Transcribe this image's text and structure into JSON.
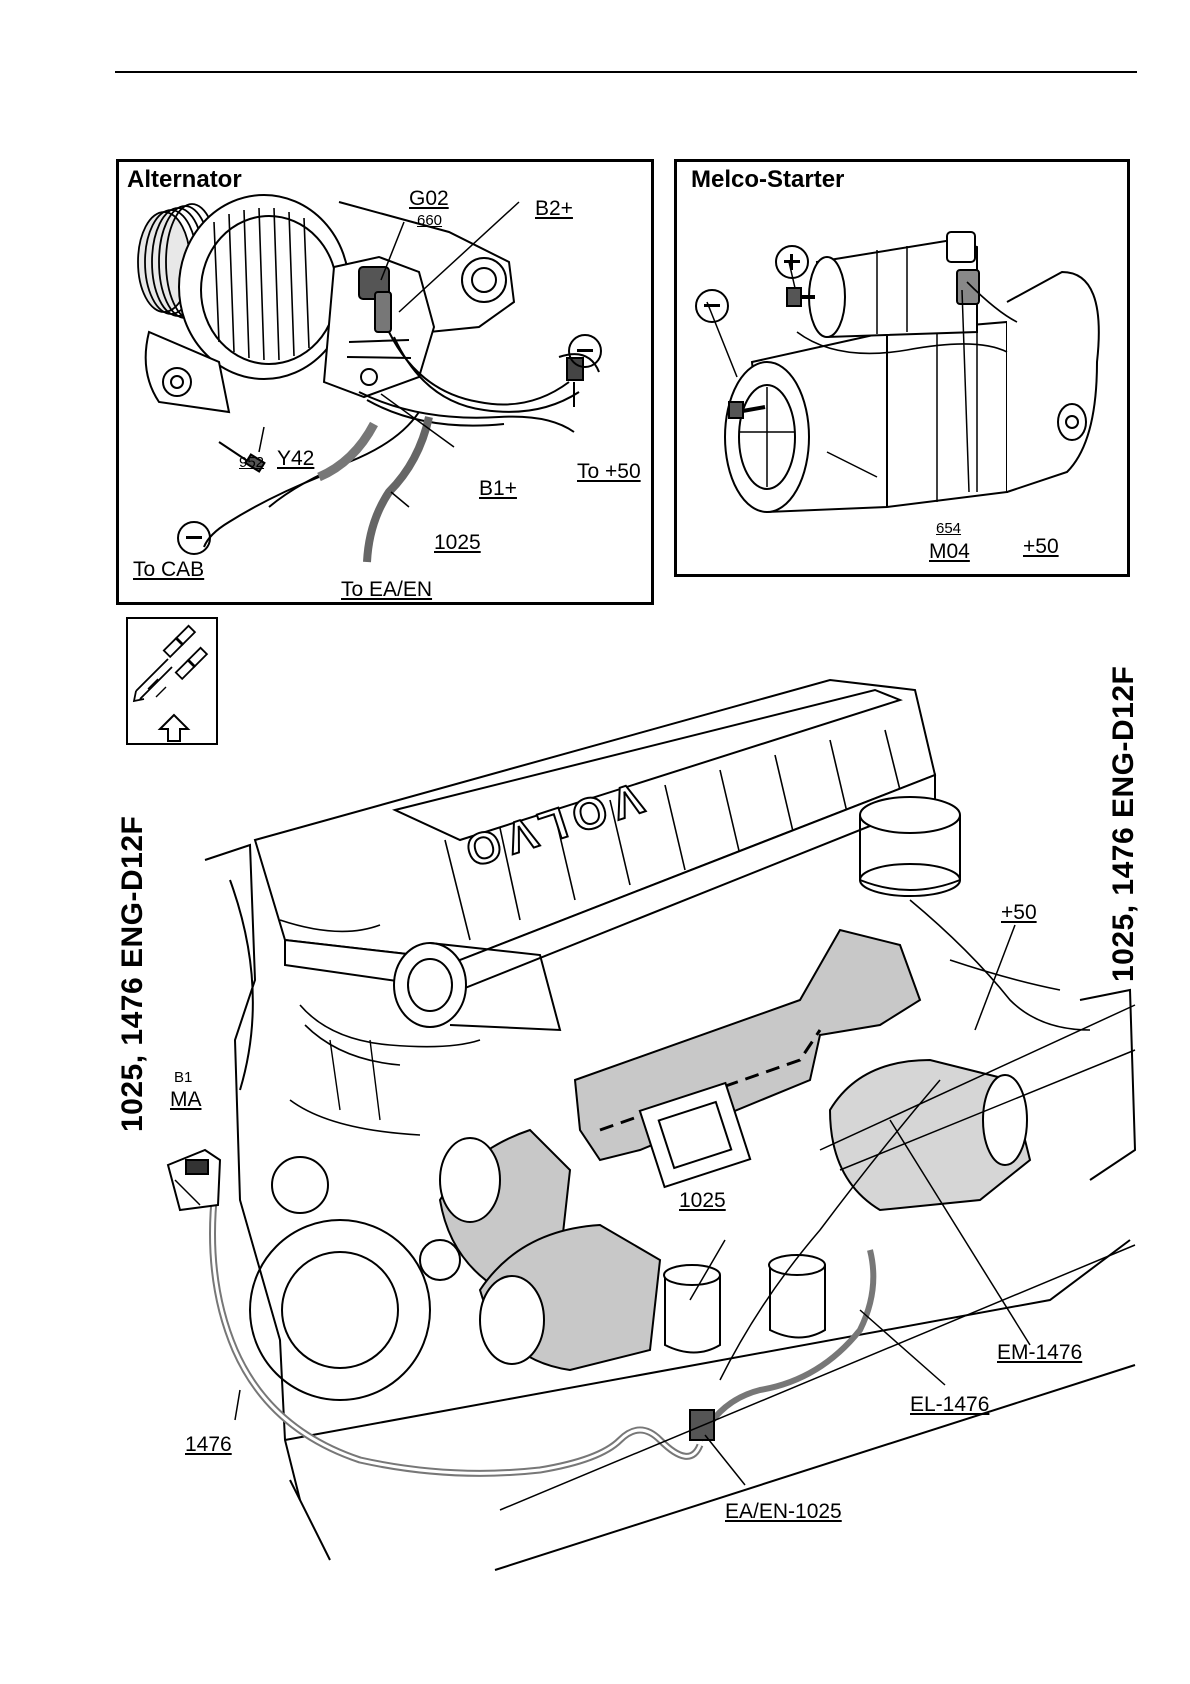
{
  "alternator_panel": {
    "title": "Alternator",
    "labels": {
      "g02": "G02",
      "g02_num": "660",
      "b2plus": "B2+",
      "y42_num": "952",
      "y42": "Y42",
      "b1plus": "B1+",
      "to_plus50": "To +50",
      "to_cab": "To CAB",
      "cable_1025": "1025",
      "to_eaen": "To EA/EN"
    }
  },
  "starter_panel": {
    "title": "Melco-Starter",
    "labels": {
      "m04_num": "654",
      "m04": "M04",
      "plus50": "+50"
    }
  },
  "engine": {
    "brand_text": "VOLVO",
    "labels": {
      "b1": "B1",
      "ma": "MA",
      "plus50": "+50",
      "cable_1025": "1025",
      "em1476": "EM-1476",
      "el1476": "EL-1476",
      "cable_1476": "1476",
      "eaen1025": "EA/EN-1025"
    }
  },
  "side_titles": {
    "left": "1025, 1476 ENG-D12F",
    "right": "1025, 1476 ENG-D12F"
  },
  "symbols": {
    "minus": "−",
    "plus": "+"
  },
  "icons": [
    "connector-view-icon",
    "arrow-up-outline-icon"
  ]
}
